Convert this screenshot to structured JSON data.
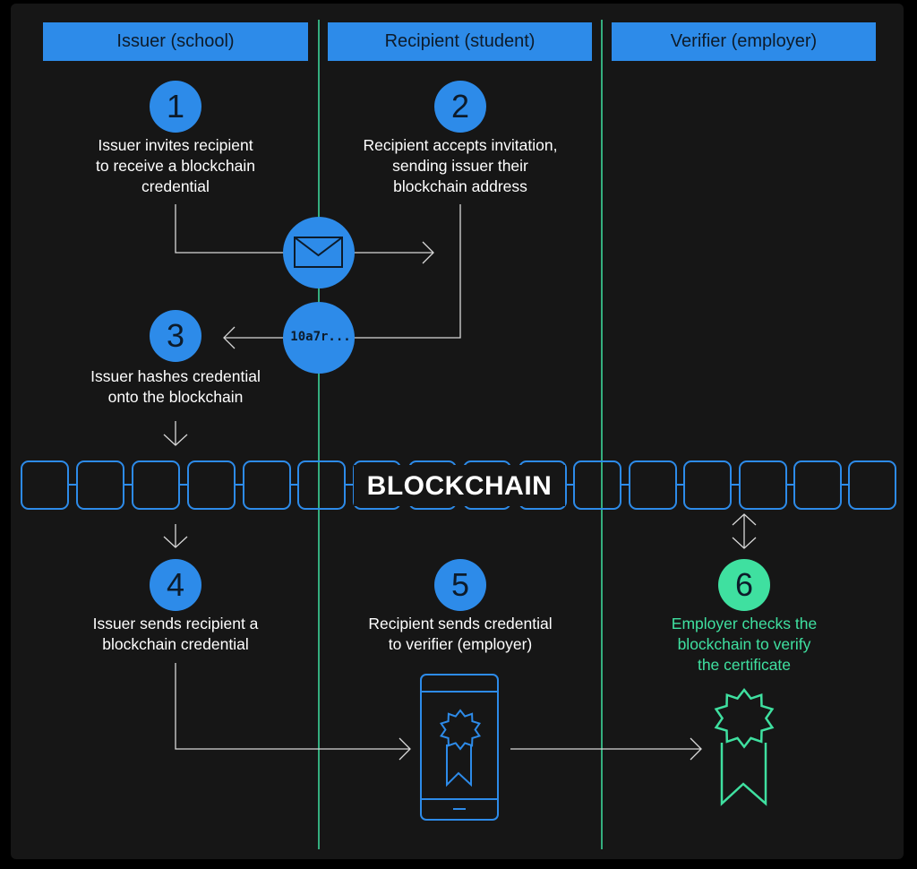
{
  "lanes": {
    "issuer": "Issuer (school)",
    "recipient": "Recipient (student)",
    "verifier": "Verifier (employer)"
  },
  "steps": [
    {
      "number": "1",
      "lines": [
        "Issuer invites recipient",
        "to receive a blockchain",
        "credential"
      ]
    },
    {
      "number": "2",
      "lines": [
        "Recipient accepts invitation,",
        "sending issuer their",
        "blockchain address"
      ]
    },
    {
      "number": "3",
      "lines": [
        "Issuer hashes credential",
        "onto the blockchain"
      ]
    },
    {
      "number": "4",
      "lines": [
        "Issuer sends recipient a",
        "blockchain credential"
      ]
    },
    {
      "number": "5",
      "lines": [
        "Recipient sends credential",
        "to verifier (employer)"
      ]
    },
    {
      "number": "6",
      "lines": [
        "Employer checks the",
        "blockchain to verify",
        "the certificate"
      ]
    }
  ],
  "hash_label": "10a7r...",
  "blockchain_label": "BLOCKCHAIN",
  "icons": {
    "message": "envelope-icon",
    "credential_device": "phone-icon",
    "credential": "badge-icon"
  },
  "colors": {
    "accent_blue": "#2d8be9",
    "accent_green": "#3fe0a0",
    "background": "#161616",
    "lane_divider": "#3fe0a0",
    "line": "#d8d8d8"
  }
}
